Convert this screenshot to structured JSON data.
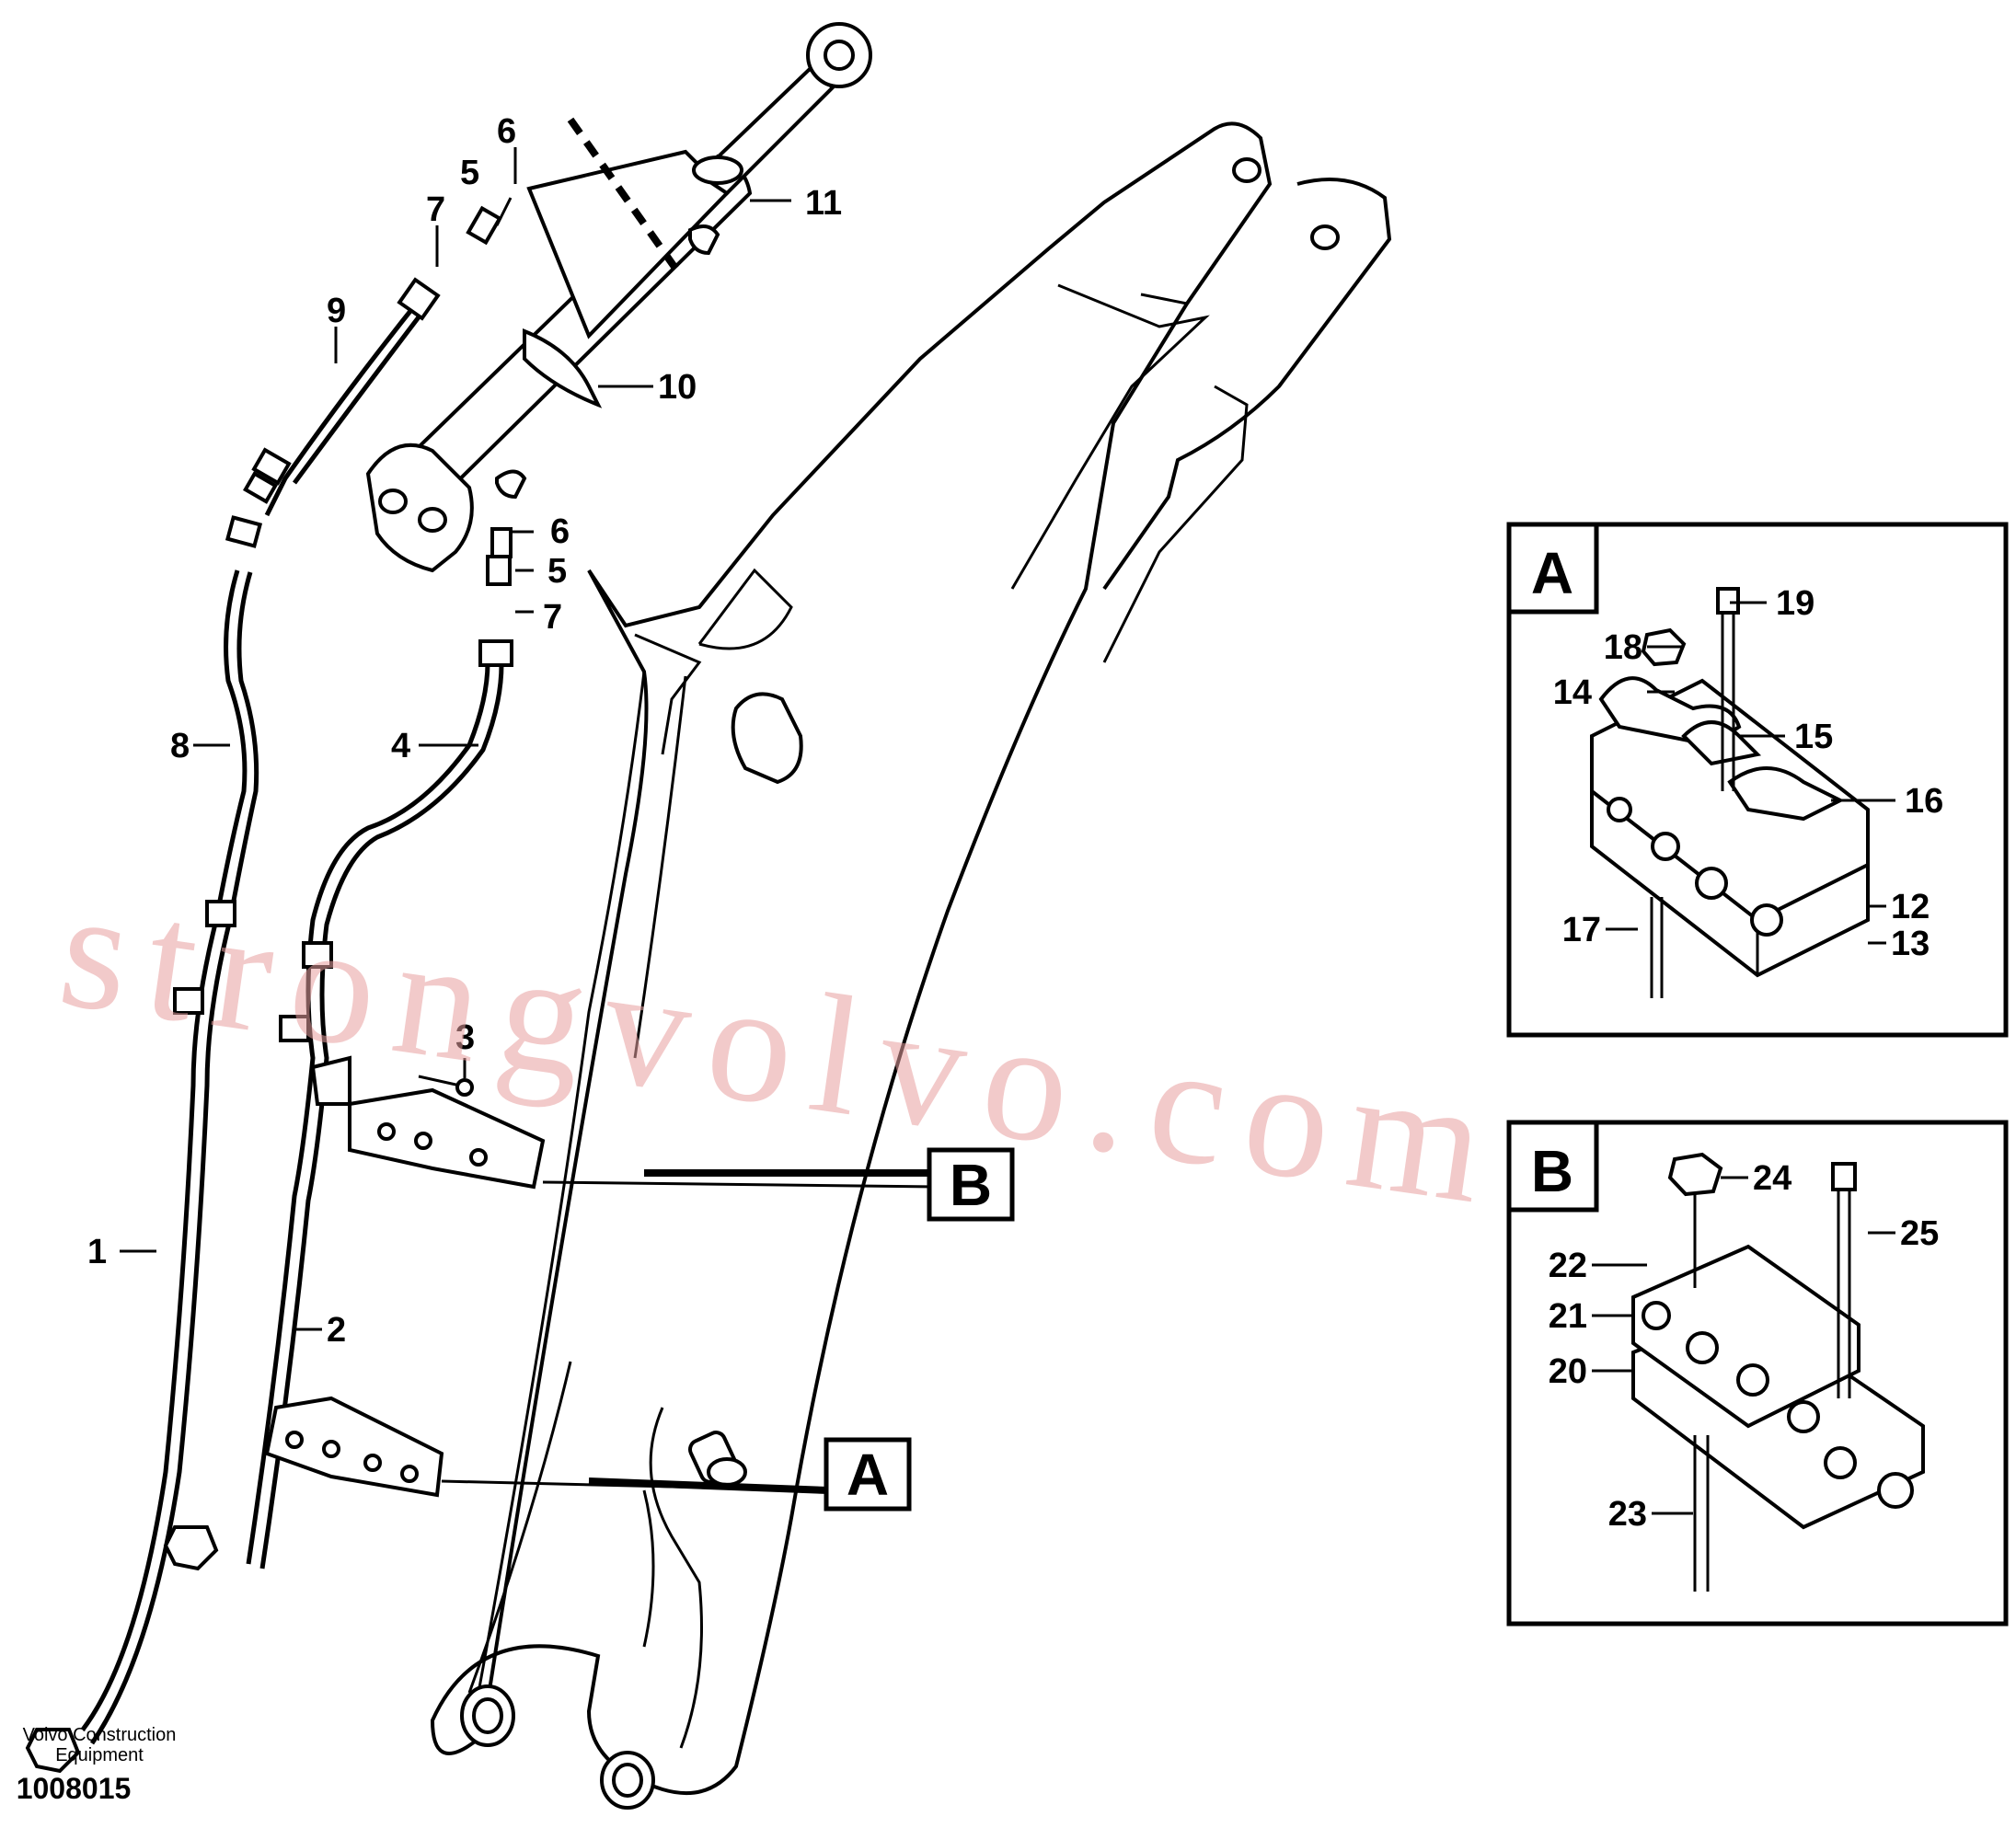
{
  "callouts": {
    "c1": "1",
    "c2": "2",
    "c3": "3",
    "c4": "4",
    "c5a": "5",
    "c5b": "5",
    "c6a": "6",
    "c6b": "6",
    "c7a": "7",
    "c7b": "7",
    "c8": "8",
    "c9": "9",
    "c10": "10",
    "c11": "11",
    "c12": "12",
    "c13": "13",
    "c14": "14",
    "c15": "15",
    "c16": "16",
    "c17": "17",
    "c18": "18",
    "c19": "19",
    "c20": "20",
    "c21": "21",
    "c22": "22",
    "c23": "23",
    "c24": "24",
    "c25": "25"
  },
  "detail_refs": {
    "a_main": "A",
    "b_main": "B",
    "a_box_title": "A",
    "b_box_title": "B"
  },
  "footer": {
    "company_line1": "Volvo Construction",
    "company_line2": "Equipment",
    "drawing_number": "1008015"
  },
  "watermark": "strongvolvo.com"
}
